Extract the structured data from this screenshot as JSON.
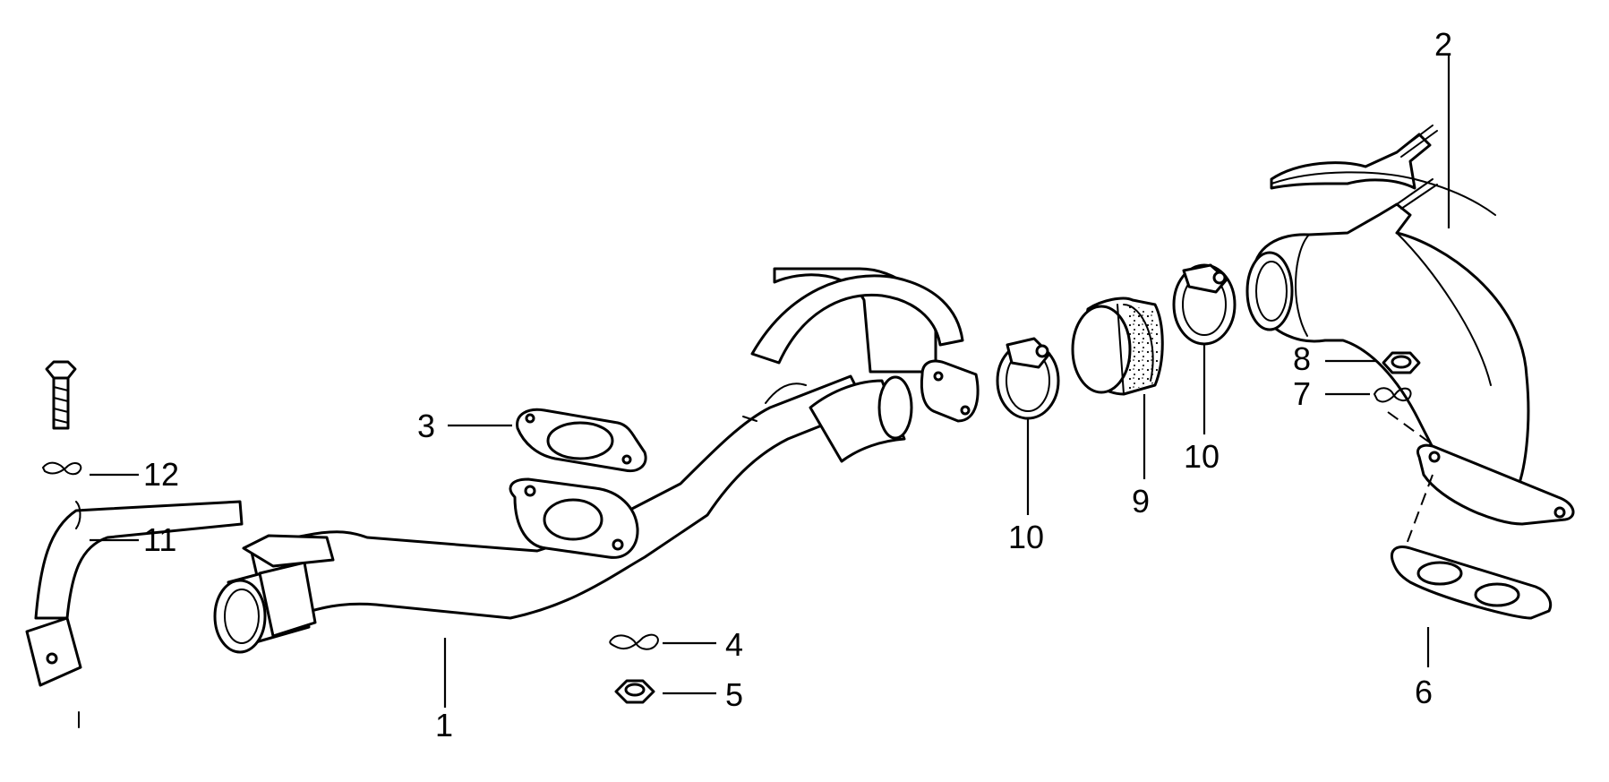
{
  "callouts": {
    "c1": "1",
    "c2": "2",
    "c3": "3",
    "c4": "4",
    "c5": "5",
    "c6": "6",
    "c7": "7",
    "c8": "8",
    "c9": "9",
    "c10a": "10",
    "c10b": "10",
    "c11": "11",
    "c12": "12"
  },
  "colors": {
    "ink": "#000000",
    "paper": "#ffffff"
  }
}
